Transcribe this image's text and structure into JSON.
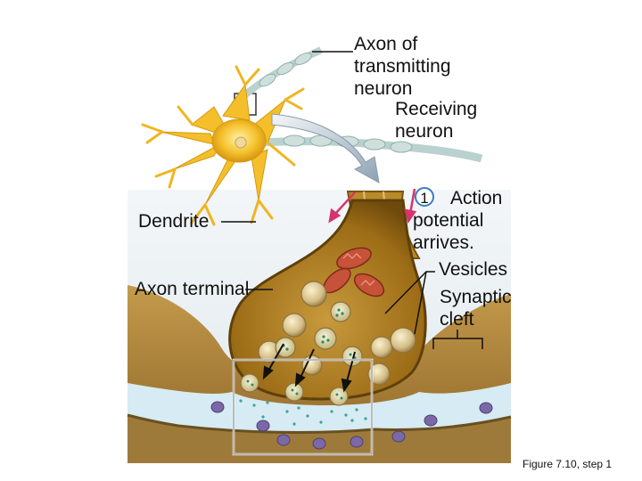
{
  "labels": {
    "axon_transmitting": [
      "Axon of",
      "transmitting",
      "neuron"
    ],
    "receiving_neuron": [
      "Receiving",
      "neuron"
    ],
    "dendrite": "Dendrite",
    "axon_terminal": "Axon terminal",
    "step_number": "1",
    "action_potential": [
      "Action",
      "potential",
      "arrives."
    ],
    "vesicles": "Vesicles",
    "synaptic_cleft": [
      "Synaptic",
      "cleft"
    ]
  },
  "caption": "Figure 7.10, step 1",
  "colors": {
    "neuron_body": "#f2b624",
    "terminal_fill": "#a97a1e",
    "receiving_tissue": "#b38a3e",
    "cleft_fluid": "#d8ecf2",
    "vesicle": "#d9c89a",
    "receptor": "#7d6ba8",
    "arrow": "#d6336c"
  }
}
